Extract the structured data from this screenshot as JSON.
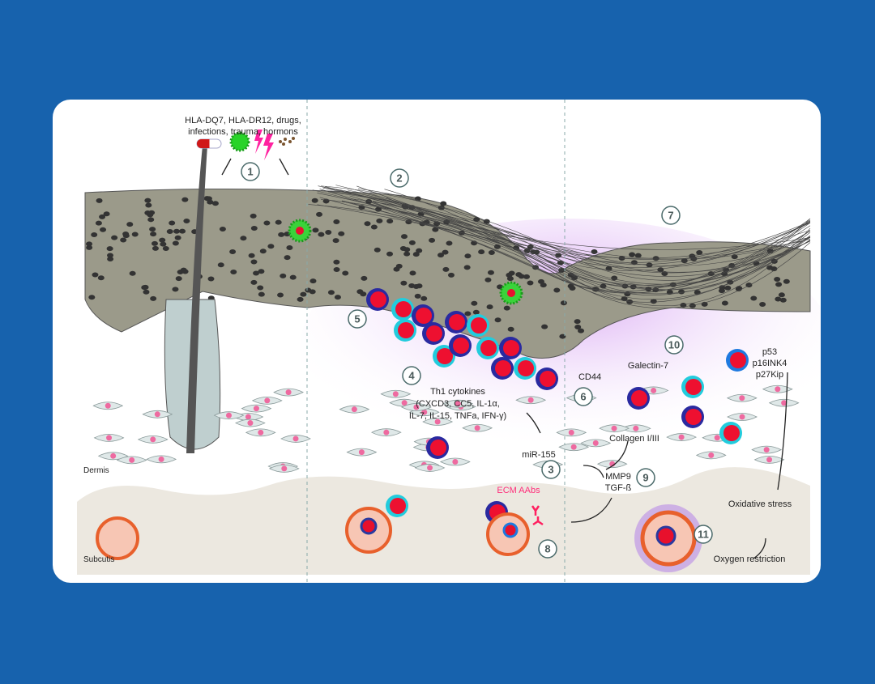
{
  "triggers": {
    "line1": "HLA-DQ7, HLA-DR12, drugs,",
    "line2": "infections, trauma, hormons"
  },
  "steps": [
    "1",
    "2",
    "3",
    "4",
    "5",
    "6",
    "7",
    "8",
    "9",
    "10",
    "11"
  ],
  "labels": {
    "th1_title": "Th1 cytokines",
    "th1_line1": "(CXCD3, CC5, IL-1α,",
    "th1_line2": "IL-7, IL-15, TNFa, IFN-γ)",
    "mir": "miR-155",
    "ecm": "ECM AAbs",
    "cd44": "CD44",
    "galectin": "Galectin-7",
    "p53": "p53",
    "p16": "p16INK4",
    "p27": "p27Kip",
    "collagen": "Collagen I/III",
    "mmp9": "MMP9",
    "tgf": "TGF-ß",
    "oxidative": "Oxidative stress",
    "oxygen": "Oxygen  restriction",
    "dermis": "Dermis",
    "subcutis": "Subcutis"
  },
  "colors": {
    "background": "#1762ad",
    "ecm": "#ff2d7a",
    "epidermis": "#9a9a8a",
    "subcutis": "#ece8e0",
    "inflammation": "#d9a8f0"
  }
}
